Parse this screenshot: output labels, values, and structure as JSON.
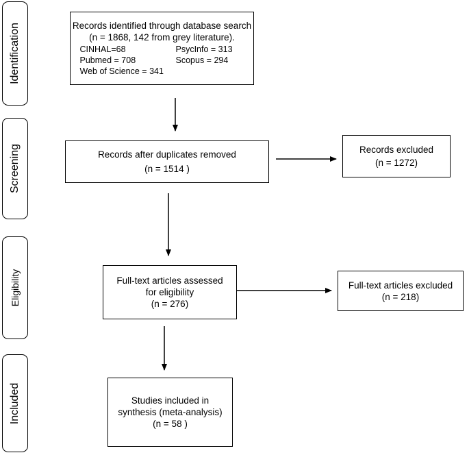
{
  "stages": [
    {
      "id": "identification",
      "label": "Identification"
    },
    {
      "id": "screening",
      "label": "Screening"
    },
    {
      "id": "eligibility",
      "label": "Eligibility"
    },
    {
      "id": "included",
      "label": "Included"
    }
  ],
  "boxes": {
    "identified": {
      "line1": "Records identified through database search",
      "line2": "(n = 1868, 142 from grey literature).",
      "databases": [
        "CINHAL=68",
        "PsycInfo = 313",
        "Pubmed = 708",
        "Scopus = 294",
        "Web of Science = 341"
      ]
    },
    "after_duplicates": {
      "line1": "Records after duplicates removed",
      "line2": "(n =  1514 )"
    },
    "records_excluded": {
      "line1": "Records excluded",
      "line2": "(n =  1272)"
    },
    "fulltext_assessed": {
      "line1": "Full-text articles assessed",
      "line2": "for eligibility",
      "line3": "(n = 276)"
    },
    "fulltext_excluded": {
      "line1": "Full-text articles excluded",
      "line2": "(n =  218)"
    },
    "included_studies": {
      "line1": "Studies included in",
      "line2": "synthesis (meta-analysis)",
      "line3": "(n =  58 )"
    }
  }
}
